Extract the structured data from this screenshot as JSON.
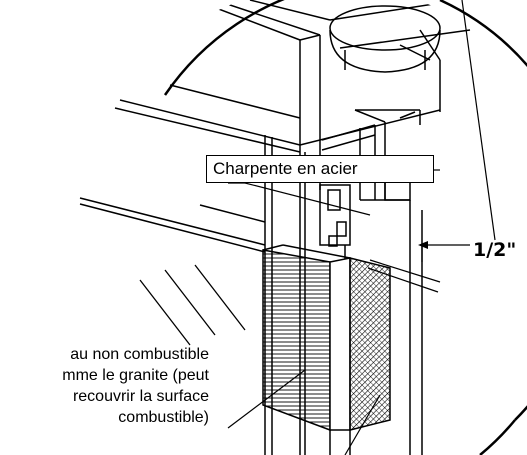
{
  "labels": {
    "frame": "Charpente en acier",
    "dimension": "1/2\"",
    "note_lines": [
      "au non combustible",
      "mme le granite (peut",
      "recouvrir la surface",
      "combustible)"
    ]
  }
}
